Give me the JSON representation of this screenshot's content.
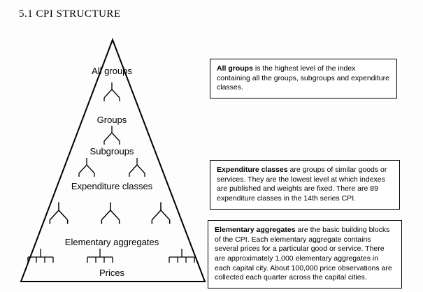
{
  "page": {
    "title": "5.1 CPI STRUCTURE"
  },
  "pyramid": {
    "levels": [
      {
        "label": "All groups"
      },
      {
        "label": "Groups"
      },
      {
        "label": "Subgroups"
      },
      {
        "label": "Expenditure classes"
      },
      {
        "label": "Elementary aggregates"
      },
      {
        "label": "Prices"
      }
    ]
  },
  "callouts": [
    {
      "lead": "All groups",
      "text": " is the highest level of the index containing all the groups, subgroups and expenditure classes."
    },
    {
      "lead": "Expenditure classes",
      "text": " are groups of similar goods or services. They are the lowest level at which indexes are published and weights are fixed. There are 89 expenditure classes in the 14th series CPI."
    },
    {
      "lead": "Elementary aggregates",
      "text": " are the basic building blocks of the CPI. Each elementary aggregate contains several prices for a particular good or service.  There are approximately 1,000 elementary aggregates in each capital city. About 100,000 price observations are collected each quarter across the capital cities."
    }
  ],
  "colors": {
    "line": "#000000",
    "background": "#fdfdfd"
  }
}
